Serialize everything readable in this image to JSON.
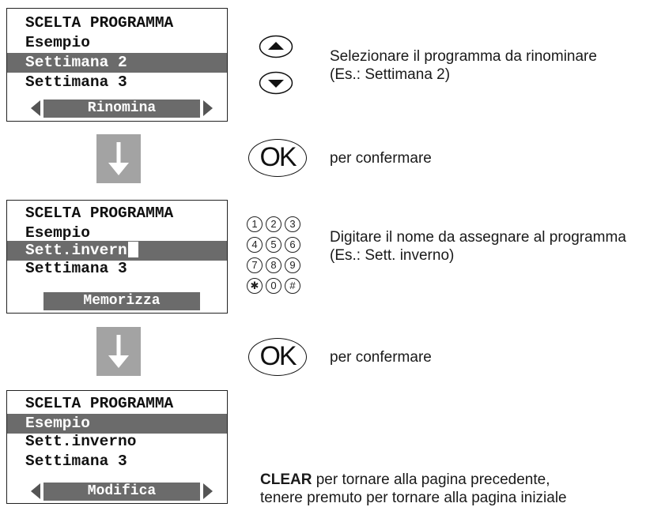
{
  "screens": [
    {
      "title": "SCELTA PROGRAMMA",
      "lines": [
        "Esempio",
        "Settimana 2",
        "Settimana 3"
      ],
      "bottom": "Rinomina"
    },
    {
      "title": "SCELTA PROGRAMMA",
      "lines": [
        "Esempio",
        "Sett.invern",
        "Settimana 3"
      ],
      "bottom": "Memorizza"
    },
    {
      "title": "SCELTA PROGRAMMA",
      "lines": [
        "Esempio",
        "Sett.inverno",
        "Settimana 3"
      ],
      "bottom": "Modifica"
    }
  ],
  "ok_label": "OK",
  "steps": {
    "select_line1": "Selezionare il programma da rinominare",
    "select_line2": "(Es.: Settimana 2)",
    "confirm": "per confermare",
    "type_line1": "Digitare il nome da assegnare al programma",
    "type_line2": "(Es.: Sett. inverno)",
    "clear_key": "CLEAR",
    "clear_line1_rest": " per tornare alla pagina precedente,",
    "clear_line2": "tenere premuto per tornare alla pagina iniziale"
  },
  "keypad": [
    "1",
    "2",
    "3",
    "4",
    "5",
    "6",
    "7",
    "8",
    "9",
    "✱",
    "0",
    "#"
  ],
  "icons": {
    "up": "up-arrow-icon",
    "down": "down-arrow-icon",
    "flow": "flow-arrow-icon"
  },
  "colors": {
    "highlight": "#6b6b6b",
    "flow_arrow": "#a3a3a3"
  }
}
